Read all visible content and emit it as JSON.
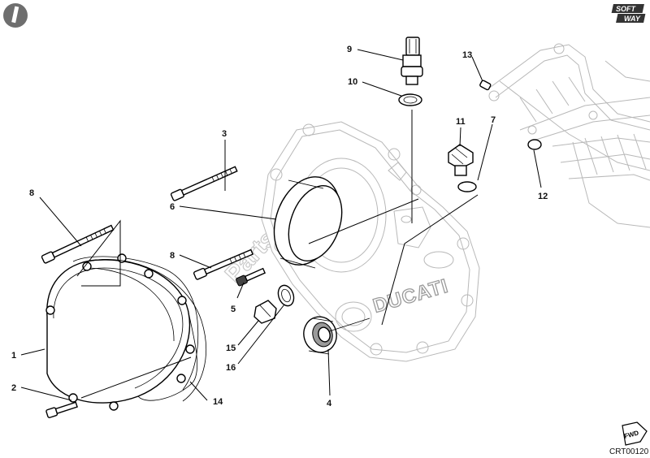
{
  "diagram": {
    "code": "CRT00120",
    "brand_mark": "DUCATI",
    "watermark": "PartsRepublik",
    "logo": {
      "line1": "SOFT",
      "line2": "WAY"
    },
    "forward_marker": "FWD",
    "callouts": [
      {
        "id": "c1",
        "label": "1"
      },
      {
        "id": "c2",
        "label": "2"
      },
      {
        "id": "c3",
        "label": "3"
      },
      {
        "id": "c4",
        "label": "4"
      },
      {
        "id": "c5",
        "label": "5"
      },
      {
        "id": "c6",
        "label": "6"
      },
      {
        "id": "c7",
        "label": "7"
      },
      {
        "id": "c8a",
        "label": "8"
      },
      {
        "id": "c8b",
        "label": "8"
      },
      {
        "id": "c9",
        "label": "9"
      },
      {
        "id": "c10",
        "label": "10"
      },
      {
        "id": "c11",
        "label": "11"
      },
      {
        "id": "c12",
        "label": "12"
      },
      {
        "id": "c13",
        "label": "13"
      },
      {
        "id": "c14",
        "label": "14"
      },
      {
        "id": "c15",
        "label": "15"
      },
      {
        "id": "c16",
        "label": "16"
      }
    ]
  }
}
